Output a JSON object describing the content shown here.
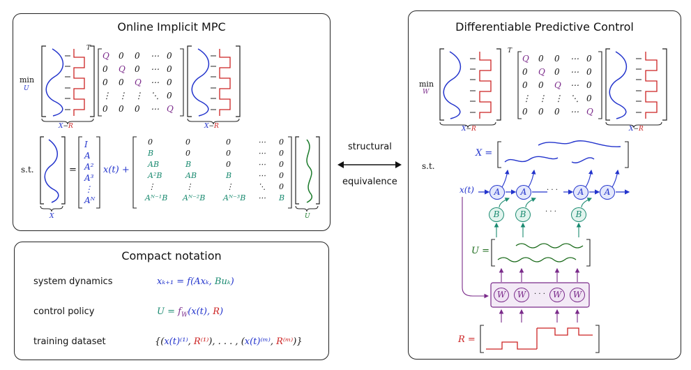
{
  "left_panel": {
    "title": "Online Implicit MPC",
    "min_op": "min",
    "min_var": "U",
    "transpose": "T",
    "x_minus_r_left": "X",
    "minus": "−",
    "x_minus_r_right": "R",
    "q_matrix": [
      [
        "Q",
        "0",
        "0",
        "⋯",
        "0"
      ],
      [
        "0",
        "Q",
        "0",
        "⋯",
        "0"
      ],
      [
        "0",
        "0",
        "Q",
        "⋯",
        "0"
      ],
      [
        "⋮",
        "⋮",
        "⋮",
        "⋱",
        "0"
      ],
      [
        "0",
        "0",
        "0",
        "⋯",
        "Q"
      ]
    ],
    "st": "s.t.",
    "equals": "=",
    "a_powers": [
      "I",
      "A",
      "A²",
      "A³",
      "⋮",
      "Aᴺ"
    ],
    "x_of_t": "x(t) +",
    "b_matrix": [
      [
        "0",
        "0",
        "0",
        "⋯",
        "0"
      ],
      [
        "B",
        "0",
        "0",
        "⋯",
        "0"
      ],
      [
        "AB",
        "B",
        "0",
        "⋯",
        "0"
      ],
      [
        "A²B",
        "AB",
        "B",
        "⋯",
        "0"
      ],
      [
        "⋮",
        "⋮",
        "⋮",
        "⋱",
        "0"
      ],
      [
        "Aᴺ⁻¹B",
        "Aᴺ⁻²B",
        "Aᴺ⁻³B",
        "⋯",
        "B"
      ]
    ],
    "x_label": "X",
    "u_label": "U"
  },
  "middle": {
    "line1": "structural",
    "line2": "equivalence"
  },
  "compact": {
    "title": "Compact notation",
    "rows": [
      {
        "label": "system dynamics",
        "eq_parts": [
          "xₖ₊₁ = f(Axₖ, ",
          "Buₖ",
          ")"
        ]
      },
      {
        "label": "control policy",
        "eq_parts": [
          "U = ",
          "f",
          "W",
          "(x(t), ",
          "R",
          ")"
        ]
      },
      {
        "label": "training dataset",
        "eq_parts": [
          "{(",
          "x(t)⁽¹⁾",
          ", ",
          "R⁽¹⁾",
          "), . . . , (",
          "x(t)⁽ᵐ⁾",
          ", ",
          "R⁽ᵐ⁾",
          ")}"
        ]
      }
    ]
  },
  "right_panel": {
    "title": "Differentiable Predictive Control",
    "min_op": "min",
    "min_var": "W",
    "st": "s.t.",
    "x_eq": "X =",
    "xt": "x(t)",
    "a_node": "A",
    "b_node": "B",
    "w_node": "W",
    "dots": "· · ·",
    "u_eq": "U =",
    "r_eq": "R ="
  }
}
